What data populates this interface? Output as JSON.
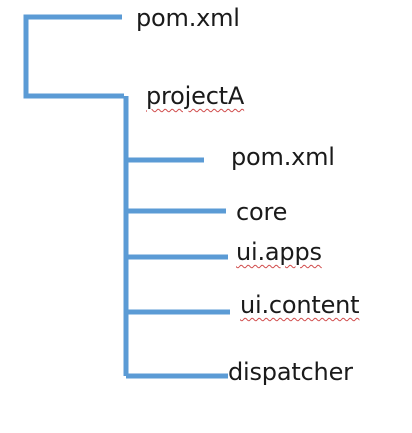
{
  "diagram": {
    "line_color": "#5b9bd5",
    "spellcheck_color": "#d04a4a",
    "nodes": {
      "root_pom": "pom.xml",
      "projecta": "projectA",
      "child_pom": "pom.xml",
      "core": "core",
      "uiapps": "ui.apps",
      "uicontent": "ui.content",
      "dispatcher": "dispatcher"
    }
  }
}
